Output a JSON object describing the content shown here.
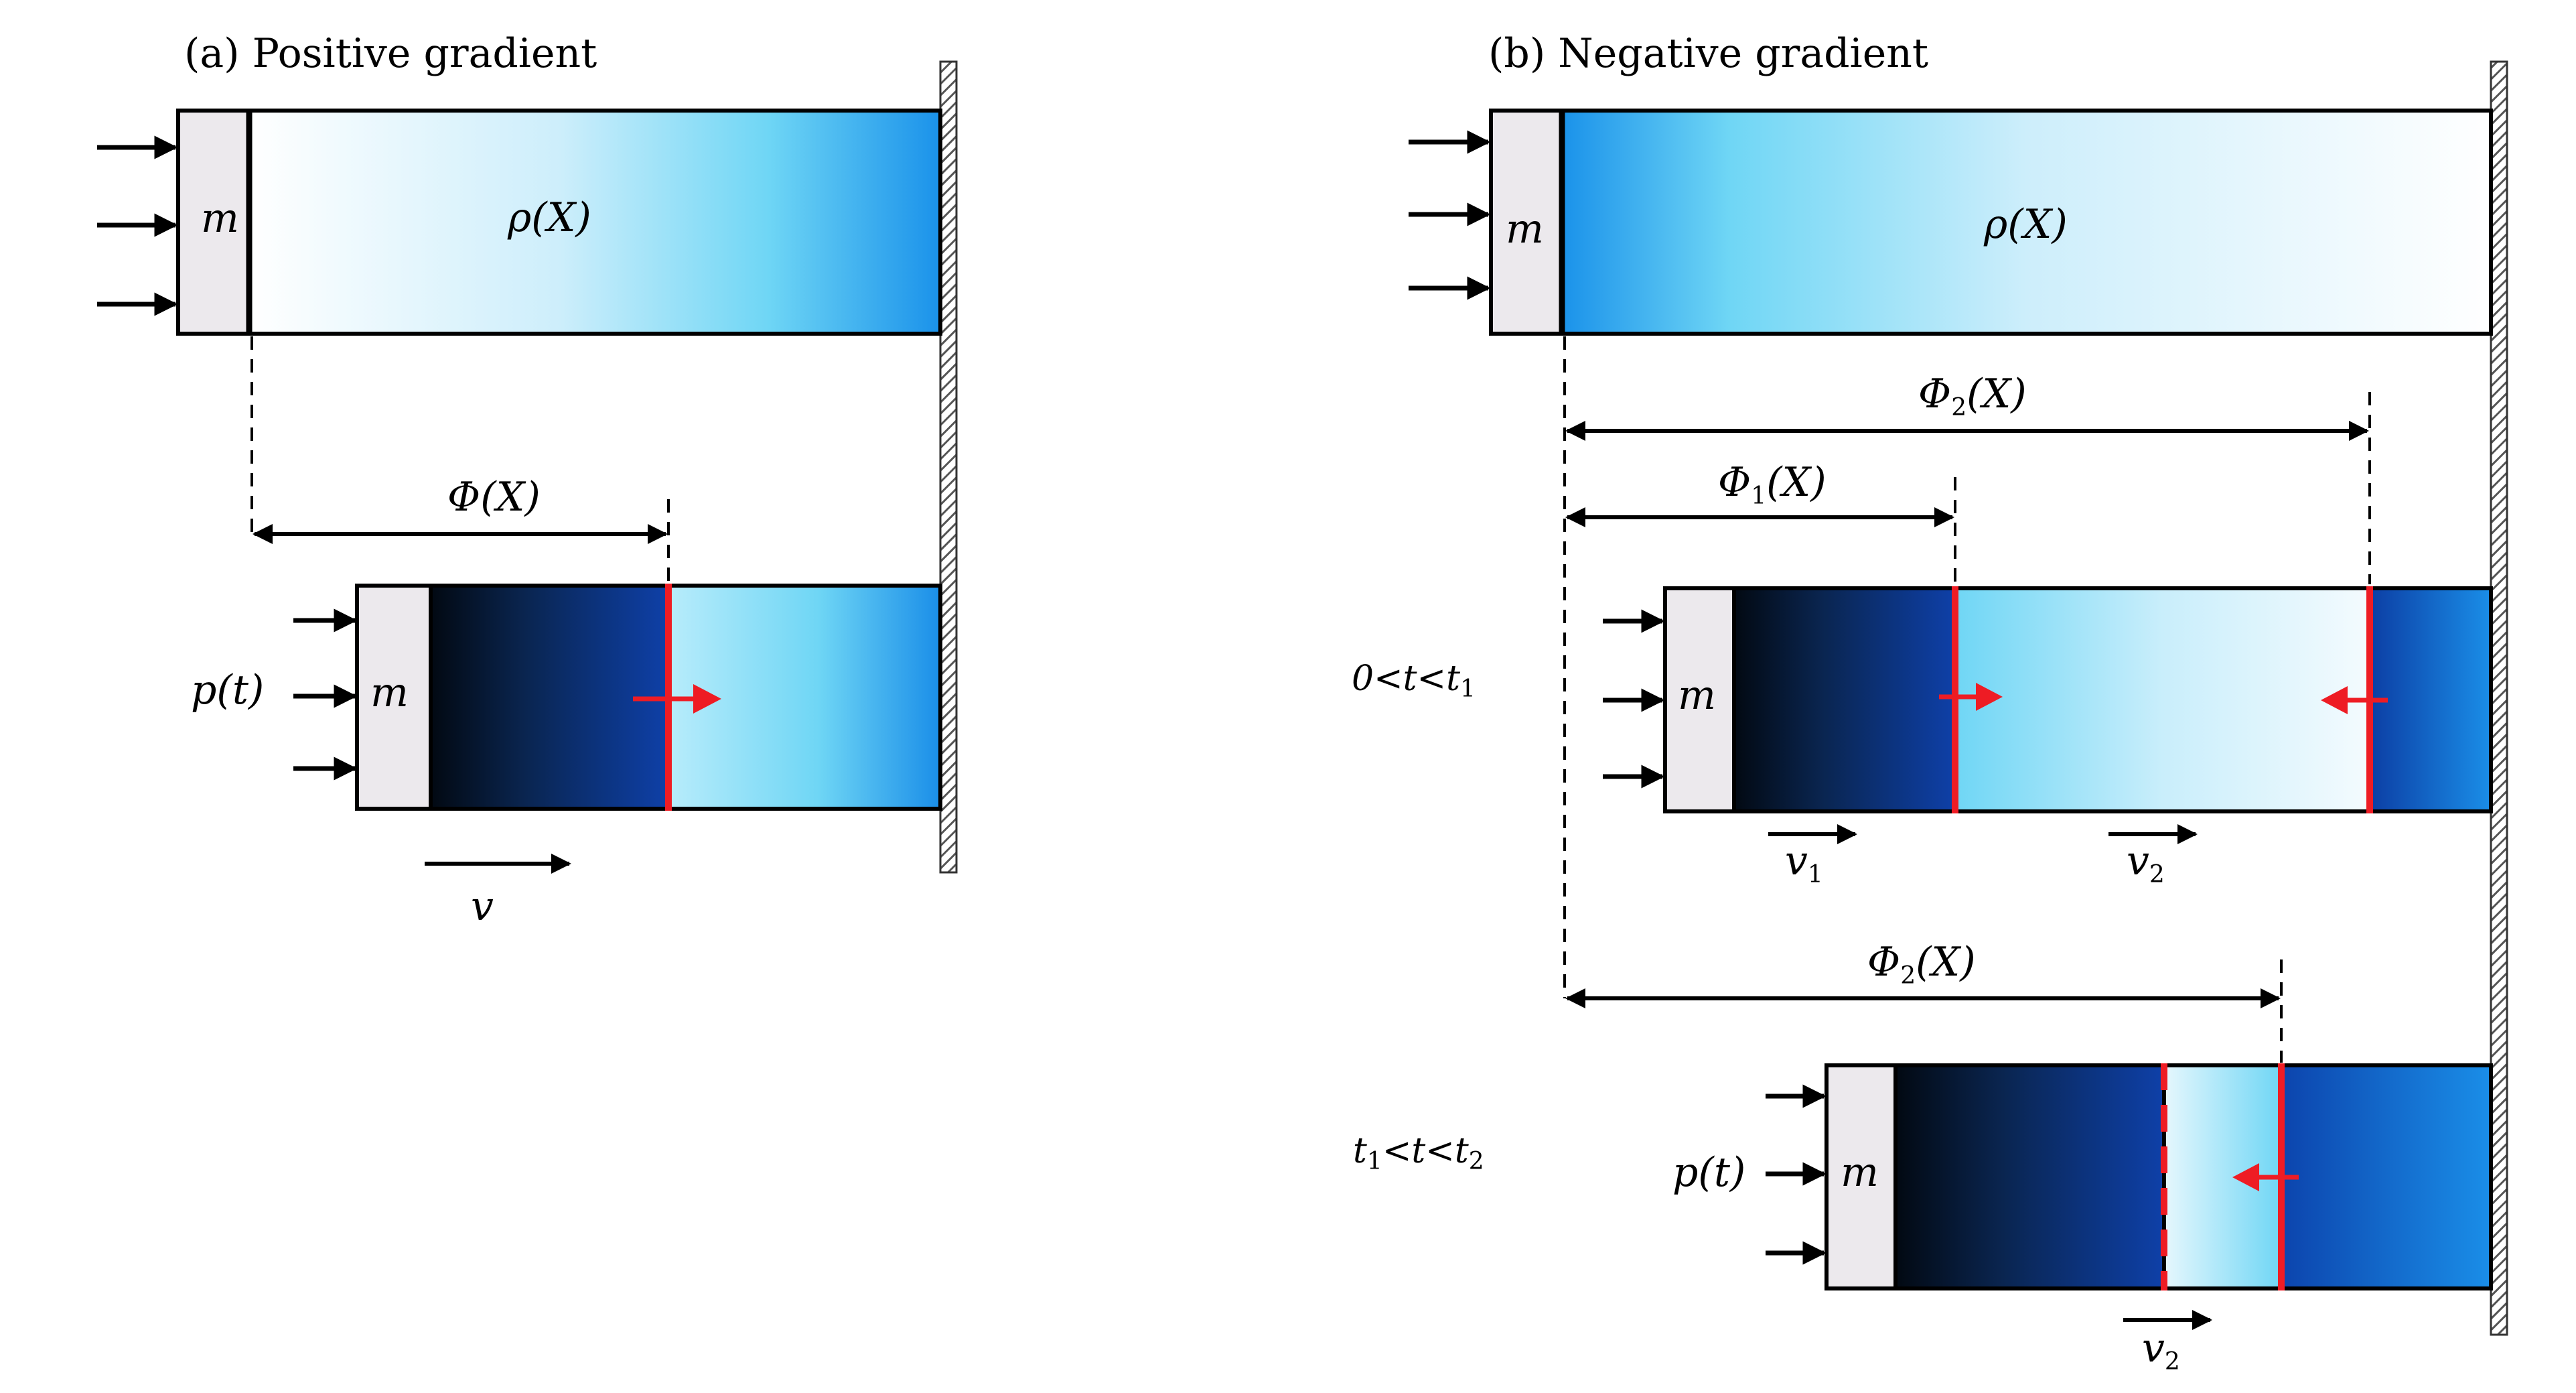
{
  "panel_a": {
    "title": "(a) Positive gradient",
    "rho_label": "ρ(X)",
    "mass_label_top": "m",
    "mass_label_bottom": "m",
    "phi_label": "Φ(X)",
    "pressure_label": "p(t)",
    "velocity_label": "v"
  },
  "panel_b": {
    "title": "(b) Negative gradient",
    "rho_label": "ρ(X)",
    "mass_label_top": "m",
    "mass_label_mid": "m",
    "mass_label_bottom": "m",
    "phi2_label_top": {
      "main": "Φ",
      "sub": "2",
      "tail": "(X)"
    },
    "phi1_label": {
      "main": "Φ",
      "sub": "1",
      "tail": "(X)"
    },
    "phi2_label_bottom": {
      "main": "Φ",
      "sub": "2",
      "tail": "(X)"
    },
    "condition_1": {
      "p1": "0<t<t",
      "s1": "1"
    },
    "condition_2": {
      "p1": "t",
      "s1": "1",
      "p2": "<t<t",
      "s2": "2"
    },
    "pressure_label": "p(t)",
    "v1": {
      "main": "v",
      "sub": "1"
    },
    "v2_mid": {
      "main": "v",
      "sub": "2"
    },
    "v2_bottom": {
      "main": "v",
      "sub": "2"
    }
  },
  "colors": {
    "mass_fill": "#ece9ed",
    "front_red": "#ee1c24",
    "light_blue": "#6fd6f5",
    "mid_blue": "#1d8fe8",
    "dark_blue": "#0a3d9c",
    "near_black": "#020912",
    "wall_hatch": "#666666"
  }
}
